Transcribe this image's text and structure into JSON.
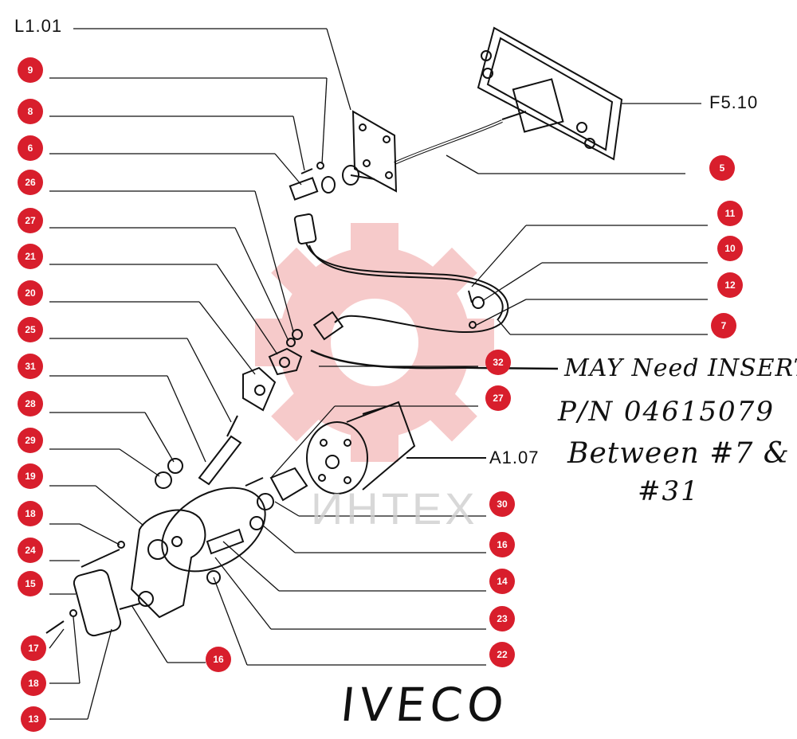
{
  "reference_labels": [
    {
      "key": "L1.01",
      "text": "L1.01"
    },
    {
      "key": "F5.10",
      "text": "F5.10"
    },
    {
      "key": "A1.07",
      "text": "A1.07"
    }
  ],
  "callouts": {
    "left": [
      "9",
      "8",
      "6",
      "26",
      "27",
      "21",
      "20",
      "25",
      "31",
      "28",
      "29",
      "19",
      "18",
      "24",
      "15",
      "17",
      "18",
      "13"
    ],
    "right": [
      "5",
      "11",
      "10",
      "12",
      "7",
      "32",
      "27",
      "30",
      "16",
      "14",
      "23",
      "22"
    ],
    "bottom": [
      "16"
    ]
  },
  "handwritten_note": {
    "line1": "MAY Need INSERT",
    "line2": "P/N 04615079",
    "line3": "Between #7 &",
    "line4": "#31"
  },
  "brand_note": "IVECO",
  "watermark": {
    "text": "ИНТЕХ",
    "color": "#f4b9b9"
  },
  "colors": {
    "badge": "#d81e2c",
    "line": "#111111"
  }
}
